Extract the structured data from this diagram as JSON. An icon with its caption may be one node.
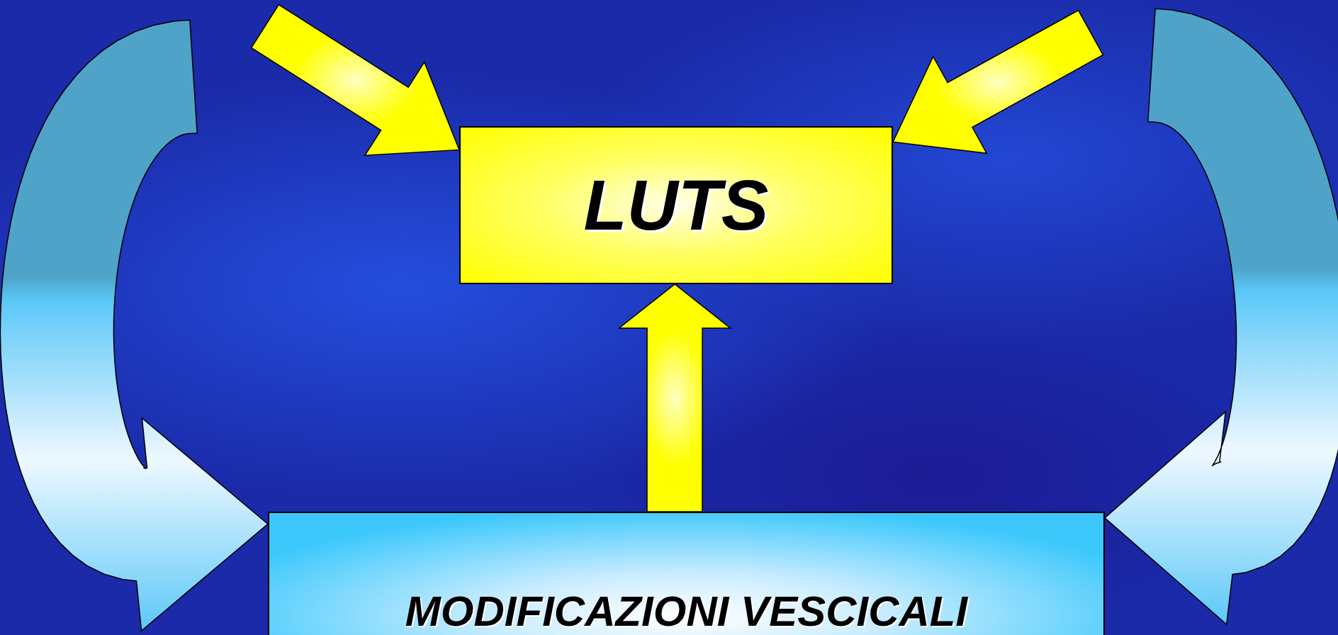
{
  "diagram": {
    "nodes": [
      {
        "text": [
          "LUTS"
        ]
      },
      {
        "text": [
          "MODIFICAZIONI VESCICALI"
        ]
      }
    ],
    "edges": [
      {
        "from": null,
        "to": 0,
        "arrow": "to"
      },
      {
        "from": null,
        "to": 0,
        "arrow": "to"
      },
      {
        "from": 1,
        "to": 0,
        "arrow": "to"
      },
      {
        "from": null,
        "to": 1,
        "arrow": "to",
        "color": "#5cc8f8"
      },
      {
        "from": null,
        "to": 1,
        "arrow": "to",
        "color": "#5cc8f8"
      }
    ]
  }
}
